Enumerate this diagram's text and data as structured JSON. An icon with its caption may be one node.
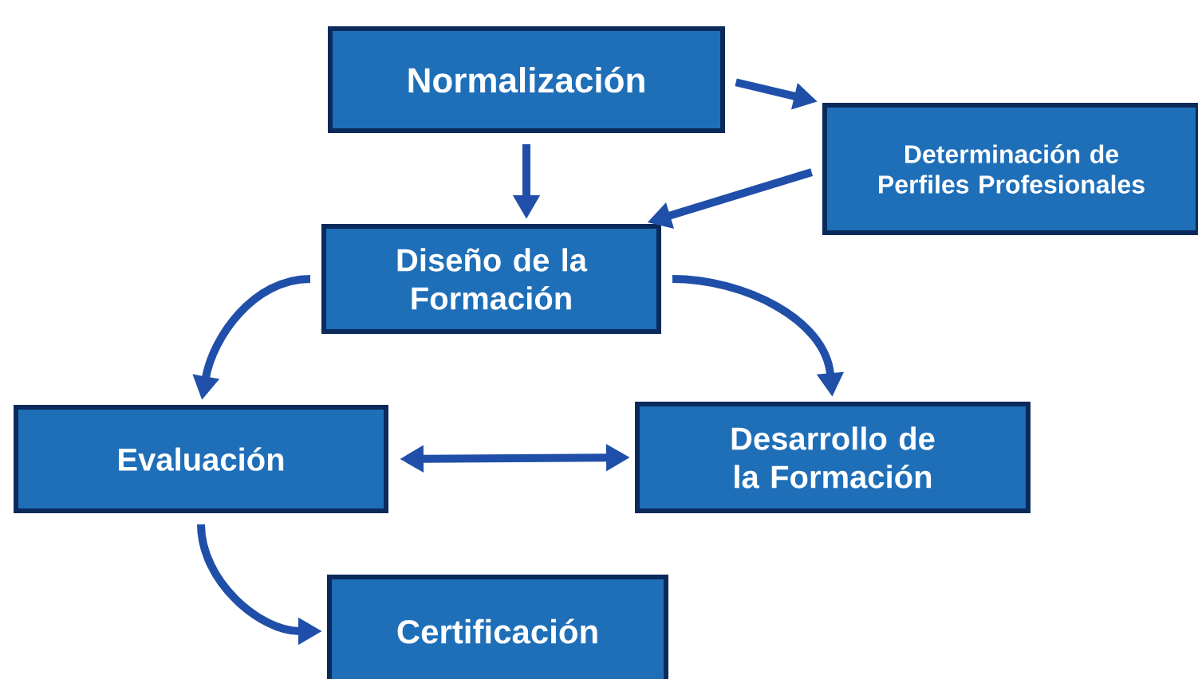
{
  "diagram": {
    "nodes": [
      {
        "text": [
          "Normalización"
        ]
      },
      {
        "text": [
          "Determinación de Perfiles Profesionales"
        ]
      },
      {
        "text": [
          "Diseño de la Formación"
        ]
      },
      {
        "text": [
          "Evaluación"
        ]
      },
      {
        "text": [
          "Desarrollo de la Formación"
        ]
      },
      {
        "text": [
          "Certificación"
        ]
      }
    ],
    "edges": [
      {
        "from": 0,
        "to": 1,
        "arrow": "to"
      },
      {
        "from": 1,
        "to": 2,
        "arrow": "to"
      },
      {
        "from": 0,
        "to": 2,
        "arrow": "to"
      },
      {
        "from": 2,
        "to": 3,
        "arrow": "to"
      },
      {
        "from": 2,
        "to": 4,
        "arrow": "to"
      },
      {
        "from": 3,
        "to": 4,
        "arrow": "both"
      },
      {
        "from": 3,
        "to": 5,
        "arrow": "to"
      }
    ]
  }
}
